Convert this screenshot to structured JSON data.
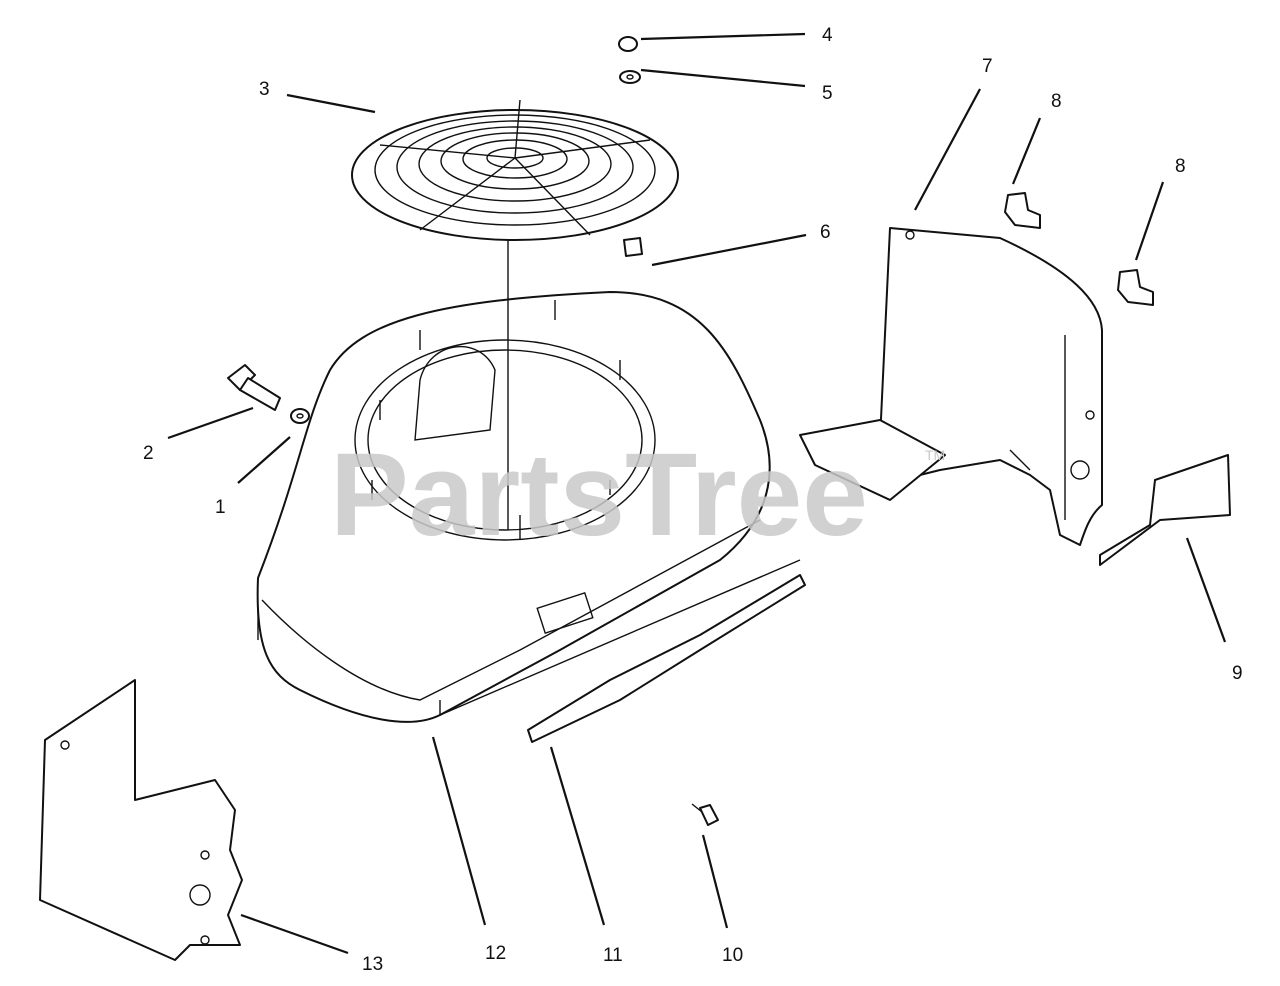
{
  "watermark": {
    "text": "PartsTree",
    "tm": "TM"
  },
  "callouts": [
    "1",
    "2",
    "3",
    "4",
    "5",
    "6",
    "7",
    "8",
    "8",
    "9",
    "10",
    "11",
    "12",
    "13"
  ],
  "colors": {
    "ink": "#111111",
    "watermark": "#c9c9c9",
    "background": "#ffffff"
  }
}
